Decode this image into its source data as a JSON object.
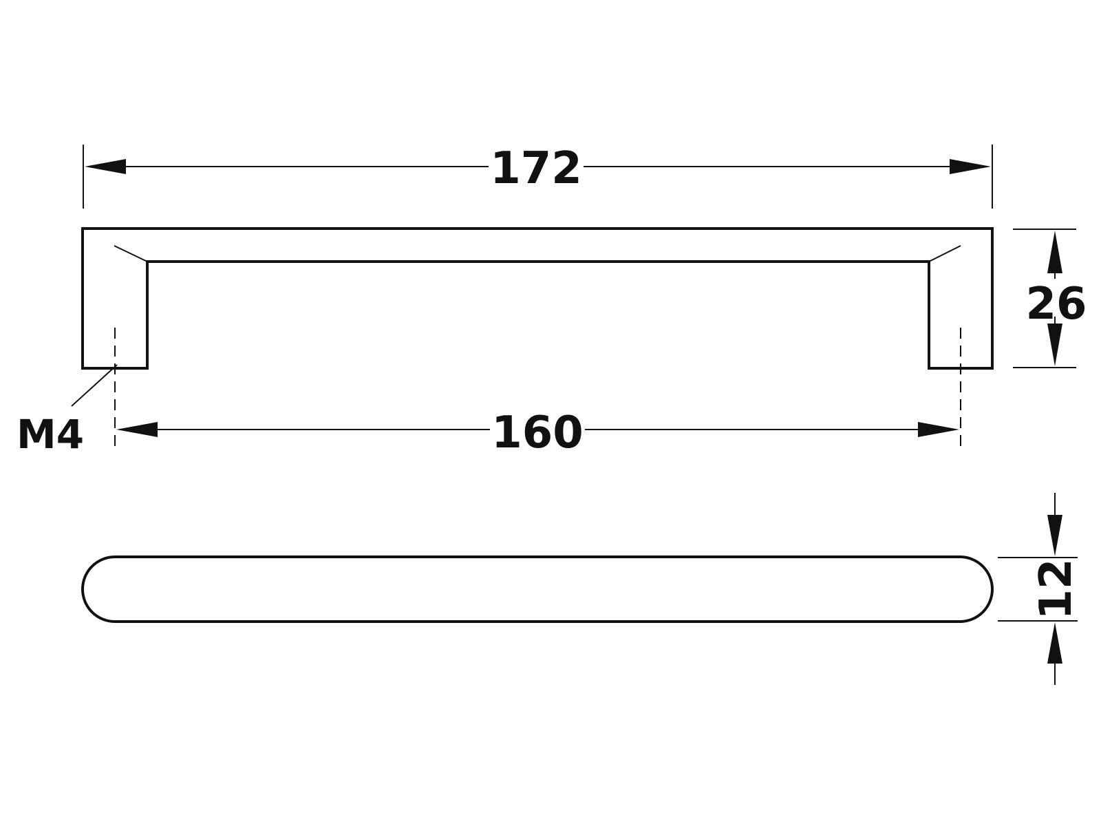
{
  "diagram": {
    "dimensions": {
      "overall_length": "172",
      "hole_spacing": "160",
      "height": "26",
      "thickness": "12"
    },
    "callouts": {
      "thread": "M4"
    },
    "colors": {
      "line": "#111111",
      "background": "#ffffff"
    }
  }
}
